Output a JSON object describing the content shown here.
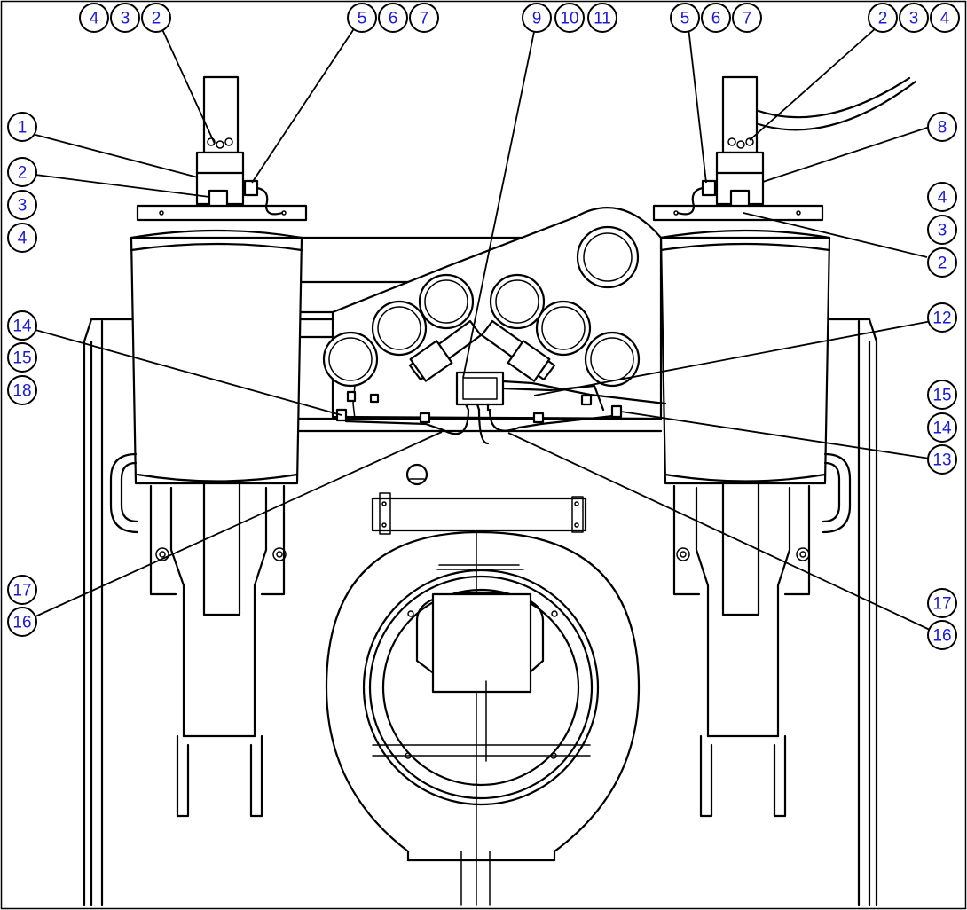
{
  "colors": {
    "line": "#000000",
    "callout_text": "#1a1adb",
    "background": "#ffffff"
  },
  "callouts": [
    {
      "id": "c-4-tl",
      "label": "4"
    },
    {
      "id": "c-3-tl",
      "label": "3"
    },
    {
      "id": "c-2-tl",
      "label": "2"
    },
    {
      "id": "c-5-tl",
      "label": "5"
    },
    {
      "id": "c-6-tl",
      "label": "6"
    },
    {
      "id": "c-7-tl",
      "label": "7"
    },
    {
      "id": "c-9",
      "label": "9"
    },
    {
      "id": "c-10",
      "label": "10"
    },
    {
      "id": "c-11",
      "label": "11"
    },
    {
      "id": "c-5-tr",
      "label": "5"
    },
    {
      "id": "c-6-tr",
      "label": "6"
    },
    {
      "id": "c-7-tr",
      "label": "7"
    },
    {
      "id": "c-2-tr",
      "label": "2"
    },
    {
      "id": "c-3-tr",
      "label": "3"
    },
    {
      "id": "c-4-tr",
      "label": "4"
    },
    {
      "id": "c-1",
      "label": "1"
    },
    {
      "id": "c-2-l",
      "label": "2"
    },
    {
      "id": "c-3-l",
      "label": "3"
    },
    {
      "id": "c-4-l",
      "label": "4"
    },
    {
      "id": "c-8",
      "label": "8"
    },
    {
      "id": "c-4-r",
      "label": "4"
    },
    {
      "id": "c-3-r",
      "label": "3"
    },
    {
      "id": "c-2-r",
      "label": "2"
    },
    {
      "id": "c-14-l",
      "label": "14"
    },
    {
      "id": "c-15-l",
      "label": "15"
    },
    {
      "id": "c-18",
      "label": "18"
    },
    {
      "id": "c-12",
      "label": "12"
    },
    {
      "id": "c-15-r",
      "label": "15"
    },
    {
      "id": "c-14-r",
      "label": "14"
    },
    {
      "id": "c-13",
      "label": "13"
    },
    {
      "id": "c-17-l",
      "label": "17"
    },
    {
      "id": "c-16-l",
      "label": "16"
    },
    {
      "id": "c-17-r",
      "label": "17"
    },
    {
      "id": "c-16-r",
      "label": "16"
    }
  ]
}
